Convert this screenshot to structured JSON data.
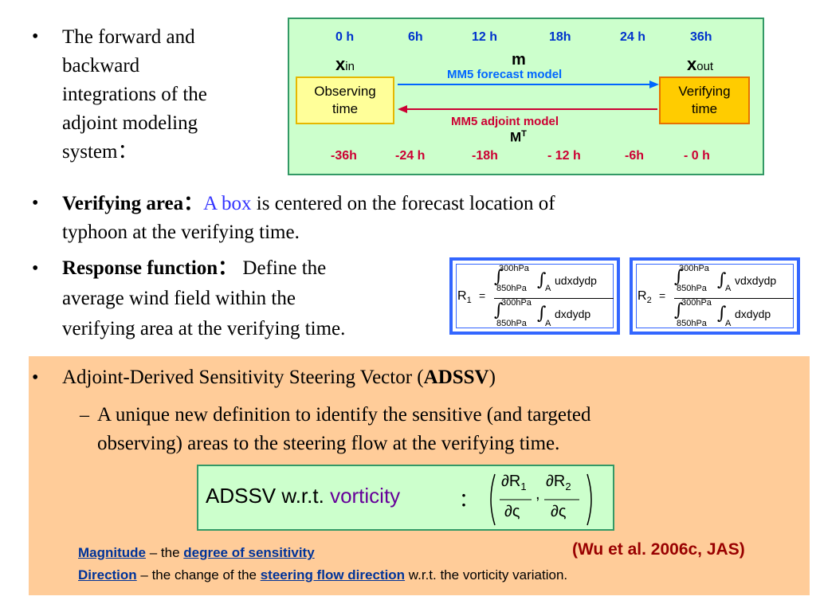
{
  "bullets": {
    "b1": {
      "lines": [
        "The forward and",
        "backward",
        "integrations of the",
        "adjoint modeling",
        "system："
      ]
    },
    "b2": {
      "bold": "Verifying area：",
      "blue": "A box",
      "rest": " is centered on the forecast location of",
      "line2": "typhoon at the verifying time."
    },
    "b3": {
      "bold": "Response function：",
      "rest1": " Define the",
      "line2": "average wind field within the",
      "line3": "verifying area at the verifying time."
    },
    "b4": {
      "pre": "Adjoint-Derived Sensitivity Steering Vector (",
      "bold": "ADSSV",
      "post": ")"
    },
    "sub": {
      "line1": "A unique new definition to identify the sensitive (and targeted",
      "line2": "observing) areas to the steering flow at the verifying time."
    }
  },
  "timeline": {
    "top_labels": [
      "0 h",
      "6h",
      "12 h",
      "18h",
      "24 h",
      "36h"
    ],
    "bottom_labels": [
      "-36h",
      "-24 h",
      "-18h",
      "- 12 h",
      "-6h",
      "- 0 h"
    ],
    "x_in": "x",
    "x_in_sub": "in",
    "x_out": "x",
    "x_out_sub": "out",
    "m": "m",
    "forward_label": "MM5 forecast model",
    "backward_label": "MM5 adjoint model",
    "mt": "M",
    "mt_sup": "T",
    "observing_line1": "Observing",
    "observing_line2": "time",
    "verifying_line1": "Verifying",
    "verifying_line2": "time"
  },
  "formulas": {
    "r1": "R",
    "r1_sub": "1",
    "r2": "R",
    "r2_sub": "2",
    "eq": "=",
    "upper": "300hPa",
    "lower": "850hPa",
    "a": "A",
    "num1": "udxdydp",
    "num2": "vdxdydp",
    "den": "dxdydp"
  },
  "adssv": {
    "label": "ADSSV w.r.t. ",
    "vort": "vorticity",
    "colon": "：",
    "n1": "∂R",
    "n1_sub": "1",
    "n2": "∂R",
    "n2_sub": "2",
    "d": "∂ς",
    "comma": ","
  },
  "citation": "(Wu et al. 2006c, JAS)",
  "notes": {
    "mag_label": "Magnitude",
    "mag_dash": " – the ",
    "mag_value": "degree of sensitivity",
    "dir_label": "Direction",
    "dir_dash": "  –  the  change of the ",
    "dir_value": "steering flow direction",
    "dir_rest": " w.r.t. the vorticity variation."
  },
  "colors": {
    "blue_link": "#3333ff",
    "forward": "#0066ff",
    "backward": "#cc0033",
    "vorticity": "#660099",
    "note_blue": "#003399"
  }
}
